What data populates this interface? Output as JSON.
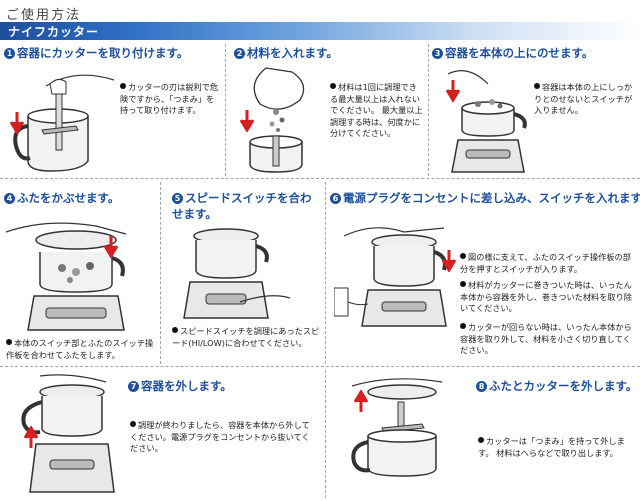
{
  "header": {
    "section_title": "ご使用方法",
    "banner": "ナイフカッター"
  },
  "steps": [
    {
      "num": "1",
      "title": "容器にカッターを取り付けます。",
      "notes": [
        "カッターの刃は鋭利で危険ですから、「つまみ」を持って取り付けます。"
      ]
    },
    {
      "num": "2",
      "title": "材料を入れます。",
      "notes": [
        "材料は1回に調理できる最大量以上は入れないでください。 最大量以上調理する時は、何度かに分けてください。"
      ]
    },
    {
      "num": "3",
      "title": "容器を本体の上にのせます。",
      "notes": [
        "容器は本体の上にしっかりとのせないとスイッチが入りません。"
      ]
    },
    {
      "num": "4",
      "title": "ふたをかぶせます。",
      "notes": [
        "本体のスイッチ部とふたのスイッチ操作板を合わせてふたをします。"
      ]
    },
    {
      "num": "5",
      "title": "スピードスイッチを合わせます。",
      "notes": [
        "スピードスイッチを調理にあったスピード(HI/LOW)に合わせてください。"
      ]
    },
    {
      "num": "6",
      "title": "電源プラグをコンセントに差し込み、スイッチを入れます。",
      "notes": [
        "図の様に支えて、ふたのスイッチ操作板の部分を押すとスイッチが入ります。",
        "材料がカッターに巻きついた時は、いったん本体から容器を外し、巻きついた材料を取り除いてください。",
        "カッターが回らない時は、いったん本体から容器を取り外して、材料を小さく切り直してください。"
      ]
    },
    {
      "num": "7",
      "title": "容器を外します。",
      "notes": [
        "調理が終わりましたら、容器を本体から外してください。電源プラグをコンセントから抜いてください。"
      ]
    },
    {
      "num": "8",
      "title": "ふたとカッターを外します。",
      "notes": [
        "カッターは「つまみ」を持って外します。 材料はへらなどで取り出します。"
      ]
    }
  ],
  "colors": {
    "accent": "#1d4f9c",
    "arrow": "#d62020"
  }
}
